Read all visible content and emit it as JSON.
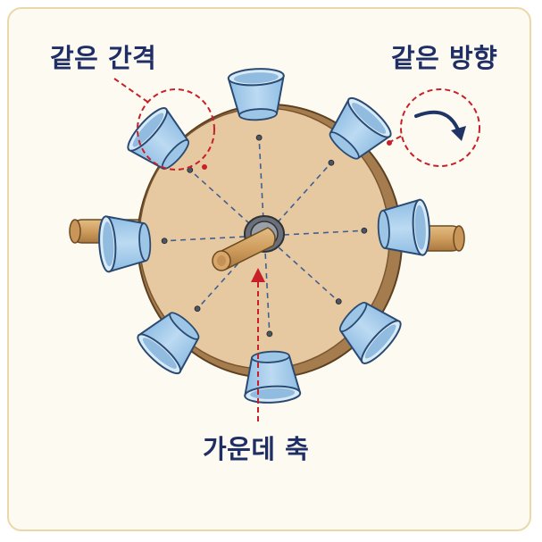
{
  "labels": {
    "equal_spacing": "같은 간격",
    "same_direction": "같은 방향",
    "center_axis": "가운데 축"
  },
  "colors": {
    "label_text": "#1f2f66",
    "annotation_red": "#c8202a",
    "wheel_wood": "#e6c9a0",
    "wheel_rim": "#a57c4e",
    "cup_blue": "#a9cdea",
    "cup_outline": "#2b4a72",
    "axle_wood": "#d2a466",
    "arrow_navy": "#1f3566"
  },
  "diagram": {
    "cup_count": 8,
    "icons": [
      "cup-icon",
      "axle-icon",
      "rotation-arrow-icon"
    ]
  }
}
